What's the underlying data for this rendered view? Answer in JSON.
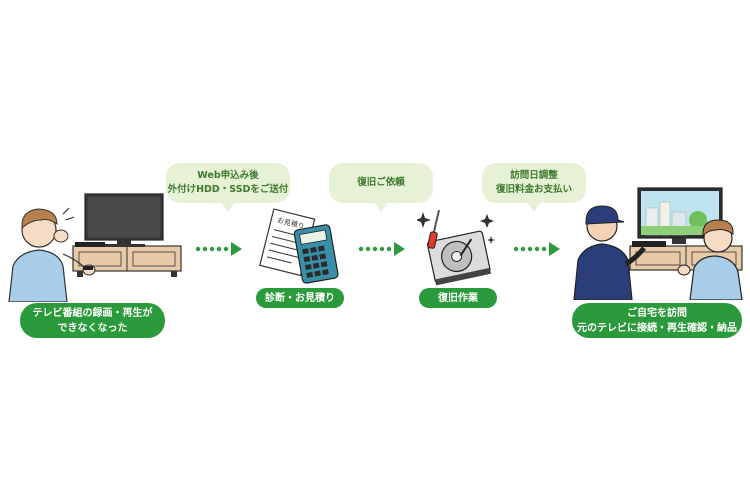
{
  "steps": [
    {
      "label_line1": "テレビ番組の録画・再生が",
      "label_line2": "できなくなった"
    },
    {
      "label": "診断・お見積り"
    },
    {
      "label": "復旧作業"
    },
    {
      "label_line1": "ご自宅を訪問",
      "label_line2": "元のテレビに接続・再生確認・納品"
    }
  ],
  "bubbles": [
    {
      "line1": "Web申込み後",
      "line2": "外付けHDD・SSDをご送付"
    },
    {
      "line1": "復旧ご依頼"
    },
    {
      "line1": "訪問日調整",
      "line2": "復旧料金お支払い"
    }
  ],
  "estimate_paper_text": "お見積り",
  "colors": {
    "accent": "#2b9a3c",
    "bubble_bg": "#e6f1d6",
    "bubble_text": "#3d7a2e"
  }
}
